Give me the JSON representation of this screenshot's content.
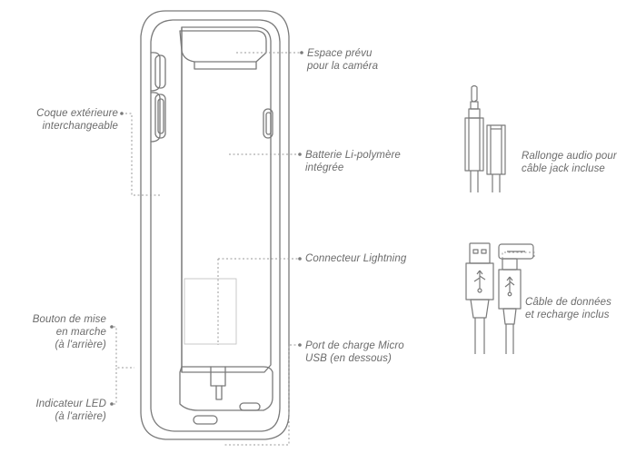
{
  "colors": {
    "line": "#7a7a7a",
    "leader": "#9a9a9a",
    "text": "#6b6b6b",
    "fill": "#ffffff"
  },
  "labels": {
    "camera": [
      "Espace prévu",
      "pour la caméra"
    ],
    "shell": [
      "Coque extérieure",
      "interchangeable"
    ],
    "battery": [
      "Batterie Li-polymère",
      "intégrée"
    ],
    "lightning": [
      "Connecteur Lightning"
    ],
    "power": [
      "Bouton de mise",
      "en marche",
      "(à l'arrière)"
    ],
    "microusb": [
      "Port de charge Micro",
      "USB (en dessous)"
    ],
    "led": [
      "Indicateur LED",
      "(à l'arrière)"
    ],
    "audio": [
      "Rallonge audio pour",
      "câble jack incluse"
    ],
    "cable": [
      "Câble de données",
      "et recharge inclus"
    ]
  },
  "icons": [
    "case-drawing",
    "audio-jack-icon",
    "usb-cable-icon"
  ]
}
